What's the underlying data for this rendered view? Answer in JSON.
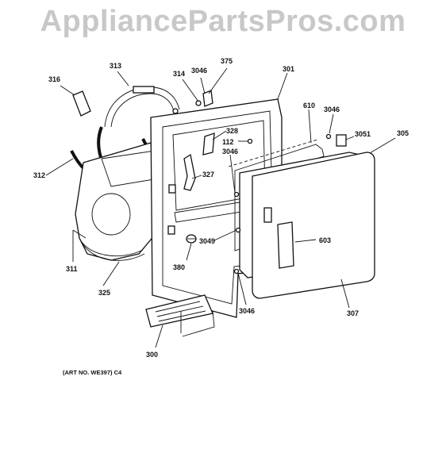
{
  "watermark": "AppliancePartsPros.com",
  "art_note": "(ART NO. WE397) C4",
  "callouts": {
    "c316": "316",
    "c313": "313",
    "c314": "314",
    "c3046a": "3046",
    "c375": "375",
    "c301": "301",
    "c610": "610",
    "c3046b": "3046",
    "c3051": "3051",
    "c305": "305",
    "c328": "328",
    "c112": "112",
    "c3046c": "3046",
    "c327": "327",
    "c312": "312",
    "c3049": "3049",
    "c603": "603",
    "c311": "311",
    "c380": "380",
    "c325": "325",
    "c3046d": "3046",
    "c307": "307",
    "c300": "300"
  }
}
